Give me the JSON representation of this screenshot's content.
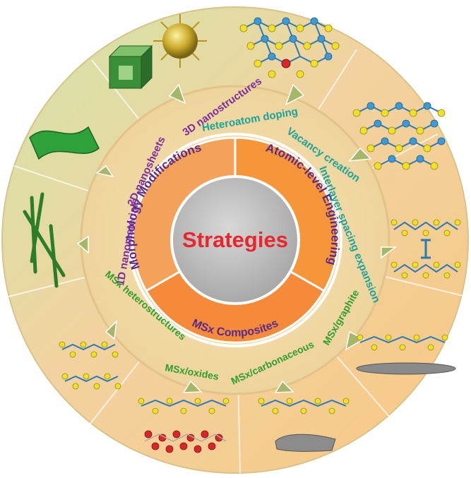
{
  "center": {
    "title": "Strategies",
    "title_color": "#e8262b"
  },
  "sections": [
    {
      "id": "morphology",
      "label": "Morphology Modifications",
      "label_color": "#5a2a8a",
      "fill": "#f4a25a"
    },
    {
      "id": "atomic",
      "label": "Atomic-level Engineering",
      "label_color": "#5a2a8a",
      "fill": "#f7953a"
    },
    {
      "id": "composites",
      "label": "MSx Composites",
      "label_color": "#5a2a8a",
      "fill": "#f48a3a"
    }
  ],
  "strategy_labels": {
    "morphology": [
      "3D nanostructures",
      "2D nanosheets",
      "1D nanomaterials"
    ],
    "atomic": [
      "Heteroatom doping",
      "Vacancy creation",
      "Interlayer spacing expansion"
    ],
    "composites": [
      "MSx heterostructures",
      "MSx/oxides",
      "MSx/carbonaceous",
      "MSx/graphite"
    ]
  },
  "colors": {
    "morphology_text": "#7a2e9e",
    "atomic_text": "#1aa39a",
    "composites_text": "#2f9e2f",
    "outer_ring": "#e6d6a0",
    "gray_core": "#c3c3c3"
  },
  "icons": [
    "sun-nanostructure-icon",
    "cube-nanostructure-icon",
    "nanosheet-icon",
    "nanowire-icon",
    "doped-lattice-icon",
    "vacancy-lattice-icon",
    "interlayer-spacing-icon",
    "graphite-composite-icon",
    "carbonaceous-composite-icon",
    "oxide-composite-icon",
    "heterostructure-icon"
  ]
}
